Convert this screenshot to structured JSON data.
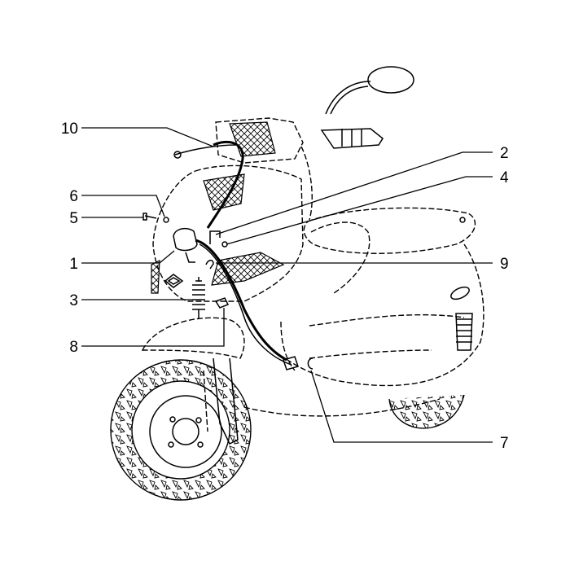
{
  "callouts": [
    {
      "id": "10",
      "label": "10"
    },
    {
      "id": "2",
      "label": "2"
    },
    {
      "id": "4",
      "label": "4"
    },
    {
      "id": "6",
      "label": "6"
    },
    {
      "id": "5",
      "label": "5"
    },
    {
      "id": "1",
      "label": "1"
    },
    {
      "id": "9",
      "label": "9"
    },
    {
      "id": "3",
      "label": "3"
    },
    {
      "id": "8",
      "label": "8"
    },
    {
      "id": "7",
      "label": "7"
    }
  ]
}
